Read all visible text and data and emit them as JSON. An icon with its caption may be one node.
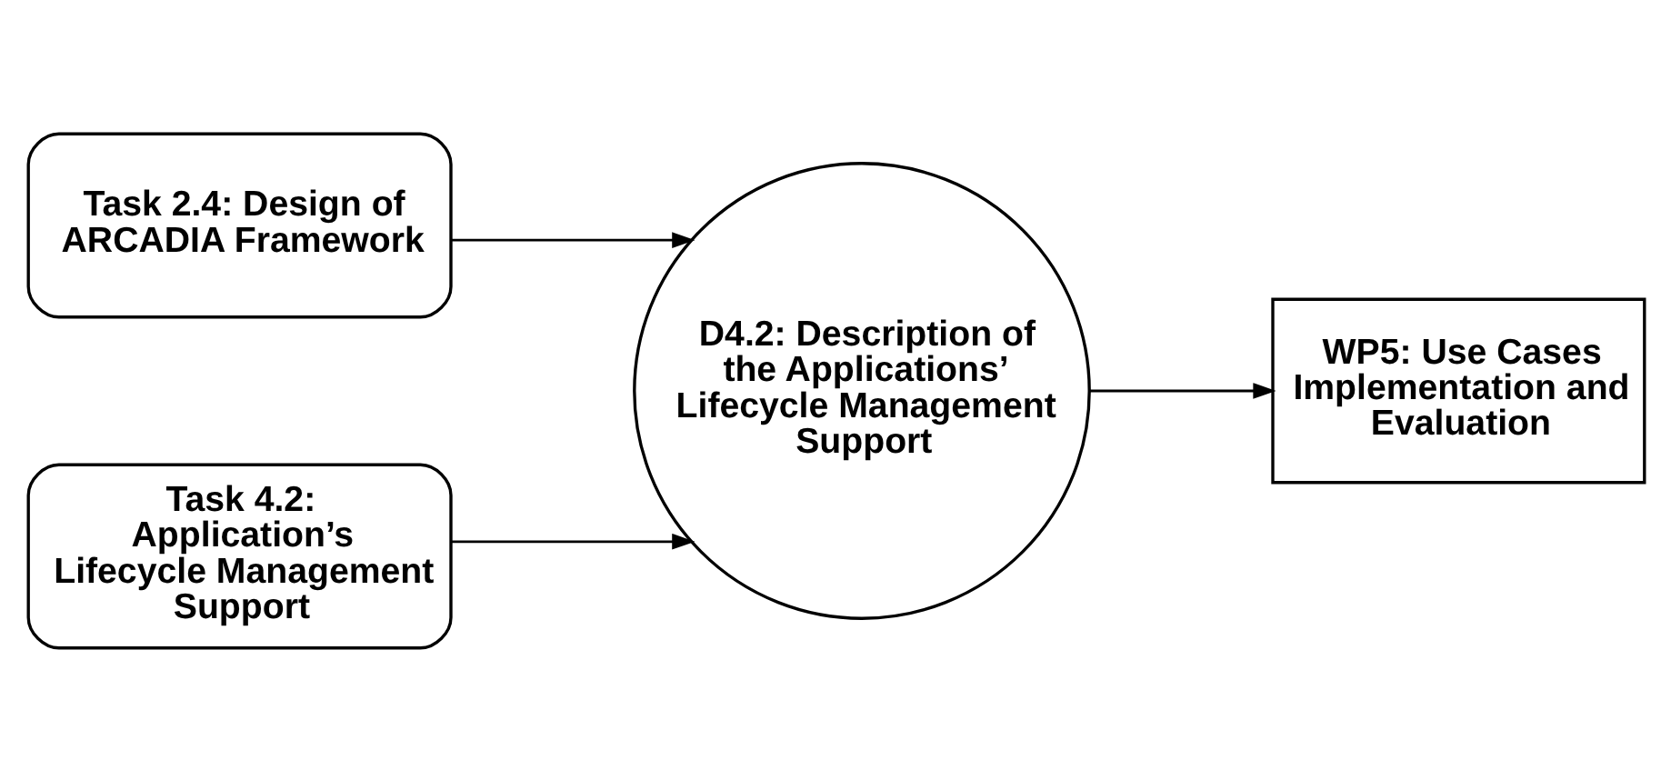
{
  "diagram": {
    "nodes": [
      {
        "text": [
          "Task 2.4: Design of ARCADIA Framework"
        ]
      },
      {
        "text": [
          "Task 4.2: Application’s Lifecycle Management Support"
        ]
      },
      {
        "text": [
          "D4.2: Description of the Applications’ Lifecycle Management Support"
        ]
      },
      {
        "text": [
          "WP5: Use Cases Implementation and Evaluation"
        ]
      }
    ],
    "edges": [
      {
        "from": 0,
        "to": 2,
        "arrow": "to"
      },
      {
        "from": 1,
        "to": 2,
        "arrow": "to"
      },
      {
        "from": 2,
        "to": 3,
        "arrow": "to"
      }
    ]
  }
}
